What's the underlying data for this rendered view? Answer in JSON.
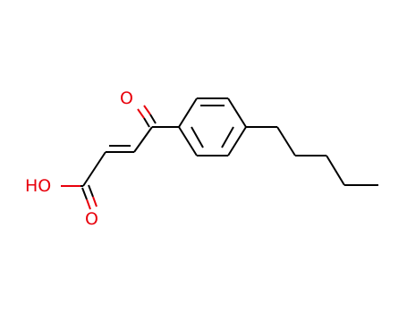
{
  "molecule": {
    "atom_labels": {
      "hydroxyl": "HO",
      "acid_carbonyl_oxygen": "O",
      "ketone_oxygen": "O"
    },
    "colors": {
      "bond": "#000000",
      "heteroatom": "#e8000b"
    }
  }
}
